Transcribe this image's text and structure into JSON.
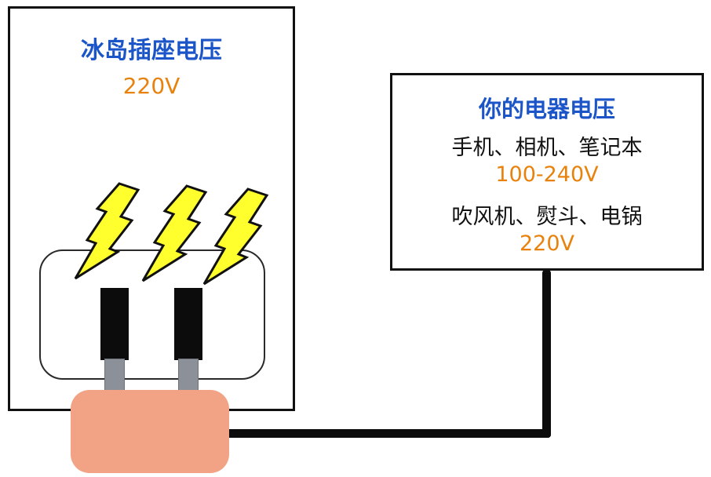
{
  "colors": {
    "title_blue": "#1b55c8",
    "voltage_orange": "#e8820c",
    "plug_salmon": "#f2a285",
    "pin_gray": "#8b9099",
    "bolt_yellow": "#ffff2e",
    "cable_black": "#0c0c0c"
  },
  "socket_panel": {
    "title": "冰岛插座电压",
    "voltage": "220V"
  },
  "device_panel": {
    "title": "你的电器电压",
    "line1": "手机、相机、笔记本",
    "voltage1": "100-240V",
    "line2": "吹风机、熨斗、电锅",
    "voltage2": "220V"
  }
}
